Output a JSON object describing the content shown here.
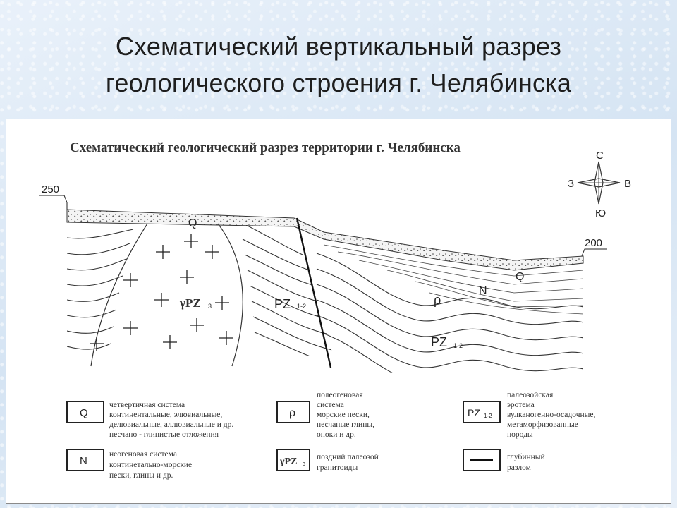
{
  "slide": {
    "title_line1": "Схематический вертикальный разрез",
    "title_line2": "геологического строения г. Челябинска"
  },
  "figure": {
    "title": "Схематический геологический разрез территории г. Челябинска",
    "elevation_left": "250",
    "elevation_right": "200",
    "compass": {
      "north": "С",
      "south": "Ю",
      "west": "З",
      "east": "В"
    },
    "labels": {
      "q_left": "Q",
      "q_right": "Q",
      "n": "N",
      "rho": "ρ",
      "granite": "γPZ",
      "granite_sub": "3",
      "pz_left": "PZ",
      "pz_left_sub": "1-2",
      "pz_right": "PZ",
      "pz_right_sub": "1-2"
    }
  },
  "legend": [
    {
      "symbol": "Q",
      "symbol_sub": "",
      "lines": [
        "четвертичная система",
        "континентальные, элювиальные,",
        "делювиальные, аллювиальные и др.",
        "песчано - глинистые отложения"
      ]
    },
    {
      "symbol": "ρ",
      "symbol_sub": "",
      "lines": [
        "полеогеновая",
        "система",
        "морские пески,",
        "песчаные глины,",
        "опоки и др."
      ]
    },
    {
      "symbol": "PZ",
      "symbol_sub": "1-2",
      "lines": [
        "палеозойская",
        "эротема",
        "вулканогенно-осадочные,",
        "метаморфизованные",
        "породы"
      ]
    },
    {
      "symbol": "N",
      "symbol_sub": "",
      "lines": [
        "неогеновая система",
        "континетально-морские",
        "пески, глины и др."
      ]
    },
    {
      "symbol": "γPZ",
      "symbol_sub": "3",
      "lines": [
        "поздний палеозой",
        "гранитоиды"
      ]
    },
    {
      "symbol": "",
      "symbol_sub": "",
      "lines": [
        "глубинный",
        "разлом"
      ]
    }
  ]
}
